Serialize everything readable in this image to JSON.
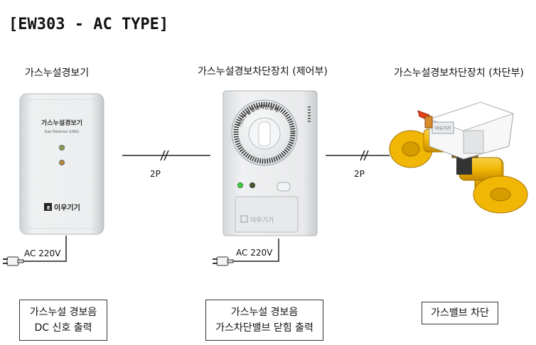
{
  "header": {
    "title": "[EW303 - AC TYPE]"
  },
  "devices": [
    {
      "label": "가스누설경보기",
      "brand_line1": "가스누설경보기",
      "brand_line2": "Gas Detector (LNG)",
      "logo_text": "이우기기"
    },
    {
      "label": "가스누설경보차단장치 (제어부)",
      "dial_text": "가스누설경보차단장치",
      "logo_text": "이우기기"
    },
    {
      "label": "가스누설경보차단장치 (차단부)",
      "plate_text": "이우기기"
    }
  ],
  "connections": [
    {
      "label": "2P"
    },
    {
      "label": "2P"
    }
  ],
  "power": [
    {
      "label": "AC 220V"
    },
    {
      "label": "AC 220V"
    }
  ],
  "notes": [
    {
      "line1": "가스누설 경보음",
      "line2": "DC 신호 출력"
    },
    {
      "line1": "가스누설 경보음",
      "line2": "가스차단밸브 닫힘 출력"
    },
    {
      "line1": "가스밸브 차단",
      "line2": ""
    }
  ]
}
